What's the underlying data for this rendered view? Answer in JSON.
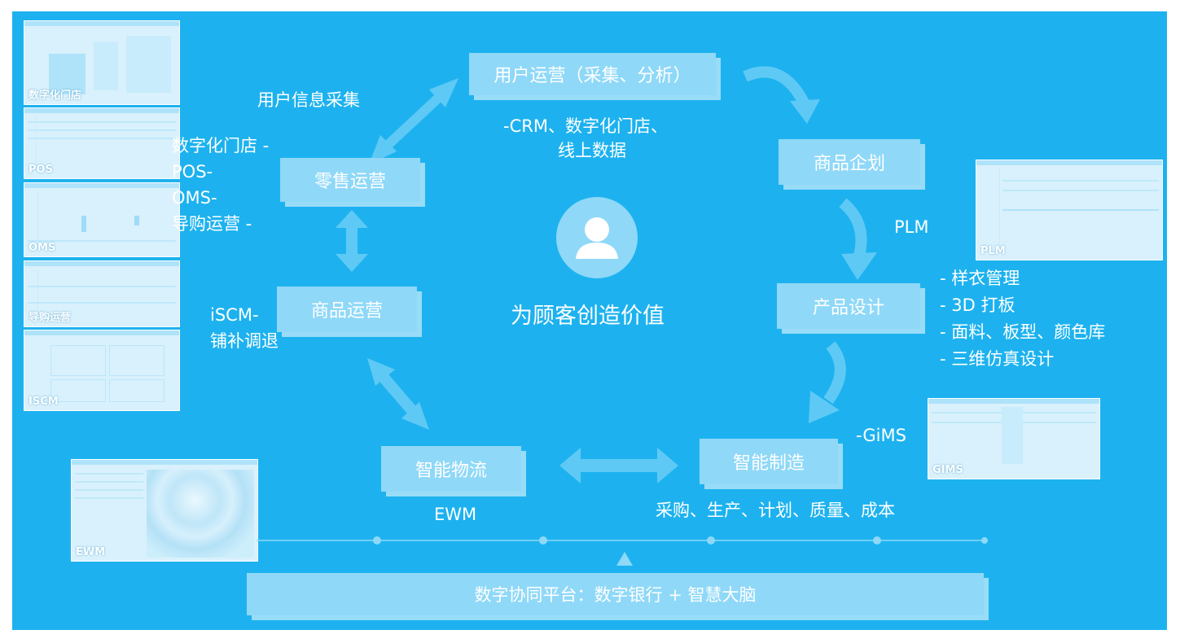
{
  "center": {
    "title": "为顾客创造价值",
    "icon": "user-icon"
  },
  "boxes": {
    "user_ops": "用户运营（采集、分析）",
    "product_planning": "商品企划",
    "product_design": "产品设计",
    "smart_manufacturing": "智能制造",
    "smart_logistics": "智能物流",
    "merch_ops": "商品运营",
    "retail_ops": "零售运营",
    "platform": "数字协同平台：数字银行 + 智慧大脑"
  },
  "labels": {
    "user_info": "用户信息采集",
    "crm_line1": "-CRM、数字化门店、",
    "crm_line2": "线上数据",
    "retail_lines": [
      "数字化门店 -",
      "POS-",
      "OMS-",
      "导购运营 -"
    ],
    "plm": "PLM",
    "design_lines": [
      "- 样衣管理",
      "- 3D 打板",
      "- 面料、板型、颜色库",
      "- 三维仿真设计"
    ],
    "iscm_line1": "iSCM-",
    "iscm_line2": "铺补调退",
    "gims": "-GiMS",
    "ewm": "EWM",
    "mfg_line": "采购、生产、计划、质量、成本"
  },
  "thumbnails": {
    "digital_store": "数字化门店",
    "pos": "POS",
    "oms": "OMS",
    "guide": "导购运营",
    "iscm": "ISCM",
    "plm": "PLM",
    "gims": "GIMS",
    "ewm": "EWM"
  },
  "colors": {
    "background": "#1db2ef",
    "box": "#8fd8f8",
    "arrow": "#5fc9f5",
    "text": "#ffffff"
  }
}
